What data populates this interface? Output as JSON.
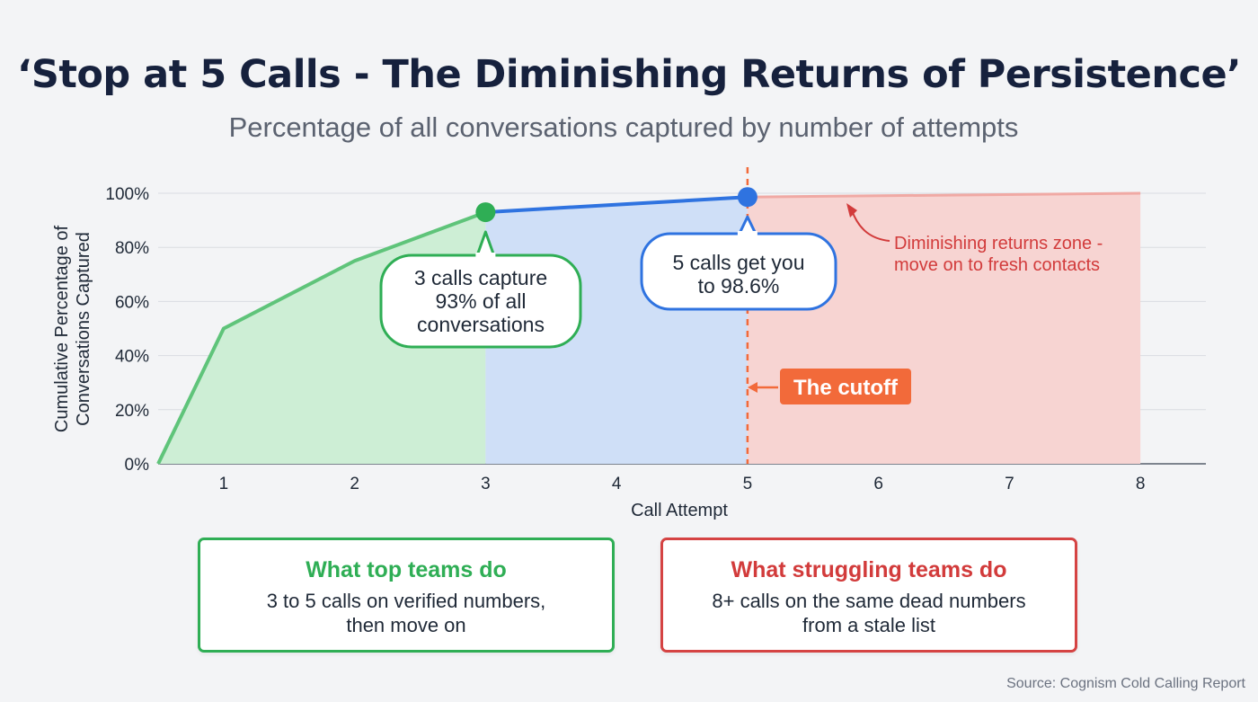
{
  "title": "‘Stop at 5 Calls - The Diminishing Returns of Persistence’",
  "subtitle": "Percentage of all conversations captured by number of attempts",
  "chart_data": {
    "type": "area",
    "xlabel": "Call Attempt",
    "ylabel_lines": [
      "Cumulative Percentage of",
      "Conversations Captured"
    ],
    "x_ticks": [
      1,
      2,
      3,
      4,
      5,
      6,
      7,
      8
    ],
    "y_ticks": [
      "0%",
      "20%",
      "40%",
      "60%",
      "80%",
      "100%"
    ],
    "ylim": [
      0,
      100
    ],
    "xlim": [
      0.5,
      8.5
    ],
    "grid": true,
    "series": [
      {
        "x": [
          0.5,
          1,
          2,
          3,
          5,
          8
        ],
        "y": [
          0,
          50,
          75,
          93,
          98.6,
          100
        ]
      }
    ],
    "zones": [
      {
        "from": 0.5,
        "to": 3,
        "color": "#cdeed5"
      },
      {
        "from": 3,
        "to": 5,
        "color": "#cfdff7"
      },
      {
        "from": 5,
        "to": 8,
        "color": "#f7d4d2"
      }
    ],
    "markers": [
      {
        "x": 3,
        "y": 93,
        "color": "#2fae55"
      },
      {
        "x": 5,
        "y": 98.6,
        "color": "#2f73e0"
      }
    ],
    "cutoff_x": 5,
    "annotations": {
      "green_callout": [
        "3 calls capture",
        "93% of all",
        "conversations"
      ],
      "blue_callout": [
        "5 calls get you",
        "to 98.6%"
      ],
      "red_note": [
        "Diminishing returns zone -",
        "move on to fresh contacts"
      ],
      "cutoff_label": "The cutoff"
    },
    "colors": {
      "green": "#2fae55",
      "blue": "#2f73e0",
      "red": "#f0a9a4",
      "cutoff": "#f26a3a",
      "note": "#d23b3b"
    }
  },
  "cards": {
    "top": {
      "heading": "What top teams do",
      "lines": [
        "3 to 5 calls on verified numbers,",
        "then move on"
      ]
    },
    "struggling": {
      "heading": "What struggling teams do",
      "lines": [
        "8+ calls on the same dead numbers",
        "from a stale list"
      ]
    }
  },
  "source": "Source: Cognism Cold Calling Report"
}
